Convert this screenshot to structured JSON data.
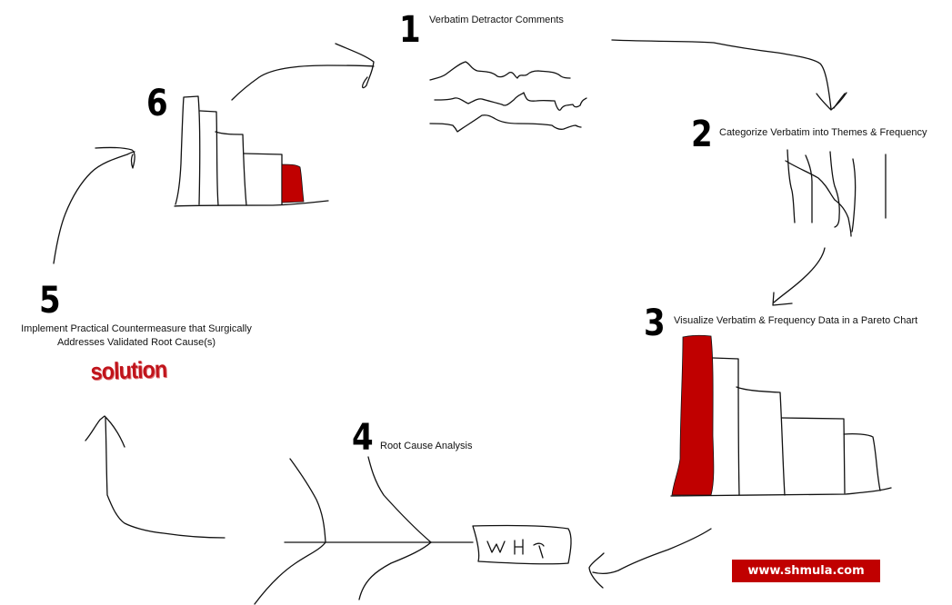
{
  "diagram": {
    "type": "process-cycle",
    "steps": [
      {
        "number": "1",
        "label": "Verbatim Detractor Comments",
        "sketch": "scribbled text lines"
      },
      {
        "number": "2",
        "label": "Categorize Verbatim into Themes  & Frequency",
        "sketch": "tally marks"
      },
      {
        "number": "3",
        "label": "Visualize Verbatim & Frequency  Data in a Pareto Chart",
        "sketch": "pareto chart with first bar red"
      },
      {
        "number": "4",
        "label": "Root Cause Analysis",
        "sketch": "fishbone diagram",
        "fishbone_head": "WHY"
      },
      {
        "number": "5",
        "label_line1": "Implement  Practical Countermeasure that Surgically",
        "label_line2": "Addresses Validated Root Cause(s)",
        "badge": "solution"
      },
      {
        "number": "6",
        "sketch": "pareto chart with last bar red"
      }
    ],
    "flow": [
      "1",
      "2",
      "3",
      "4",
      "5",
      "6",
      "1"
    ]
  },
  "branding": {
    "url": "www.shmula.com",
    "color": "#c00000"
  },
  "colors": {
    "accent_red": "#c00000",
    "ink": "#111111",
    "background": "#ffffff"
  }
}
